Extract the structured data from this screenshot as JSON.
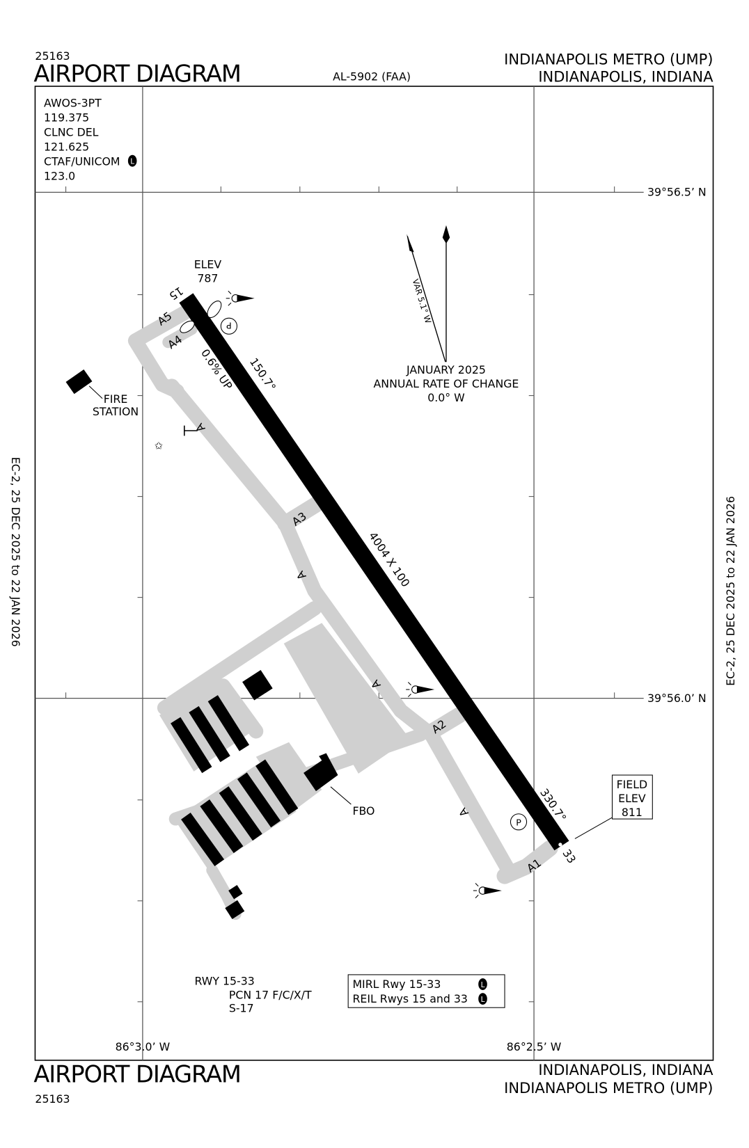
{
  "header": {
    "chart_number": "25163",
    "title": "AIRPORT DIAGRAM",
    "procedure_id": "AL-5902 (FAA)",
    "airport_name": "INDIANAPOLIS METRO (UMP)",
    "location": "INDIANAPOLIS, INDIANA"
  },
  "footer": {
    "chart_number": "25163",
    "title": "AIRPORT DIAGRAM",
    "location": "INDIANAPOLIS, INDIANA",
    "airport_name": "INDIANAPOLIS METRO (UMP)"
  },
  "frequencies": [
    {
      "label": "AWOS-3PT",
      "value": "119.375"
    },
    {
      "label": "CLNC DEL",
      "value": "121.625"
    },
    {
      "label": "CTAF/UNICOM",
      "value": "123.0",
      "badge": "L"
    }
  ],
  "effective_dates": "EC-2,  25 DEC 2025  to  22 JAN 2026",
  "coordinates": {
    "lat_top": "39°56.5’ N",
    "lat_bottom": "39°56.0’ N",
    "lon_left": "86°3.0’ W",
    "lon_right": "86°2.5’ W"
  },
  "runway": {
    "end_north": "15",
    "end_south": "33",
    "dimensions": "4004 X 100",
    "heading_15": "150.7°",
    "heading_33": "330.7°",
    "gradient": "0.6% UP",
    "elev_label": "ELEV",
    "elev_15": "787"
  },
  "field_elev": {
    "line1": "FIELD",
    "line2": "ELEV",
    "value": "811"
  },
  "taxiways": {
    "a": "A",
    "a1": "A1",
    "a2": "A2",
    "a3": "A3",
    "a4": "A4",
    "a5": "A5"
  },
  "labels": {
    "fire_station_1": "FIRE",
    "fire_station_2": "STATION",
    "fbo": "FBO",
    "parking": "P"
  },
  "magnetic": {
    "variation": "VAR 5.1° W",
    "date": "JANUARY 2025",
    "rate_label": "ANNUAL RATE OF CHANGE",
    "rate": "0.0° W"
  },
  "runway_info": {
    "line1": "RWY 15-33",
    "line2": "PCN 17 F/C/X/T",
    "line3": "S-17"
  },
  "lighting": {
    "mirl": "MIRL Rwy 15-33",
    "reil": "REIL Rwys 15 and 33",
    "badge": "L"
  },
  "colors": {
    "pavement": "#000000",
    "taxiway": "#d0d0d0"
  }
}
